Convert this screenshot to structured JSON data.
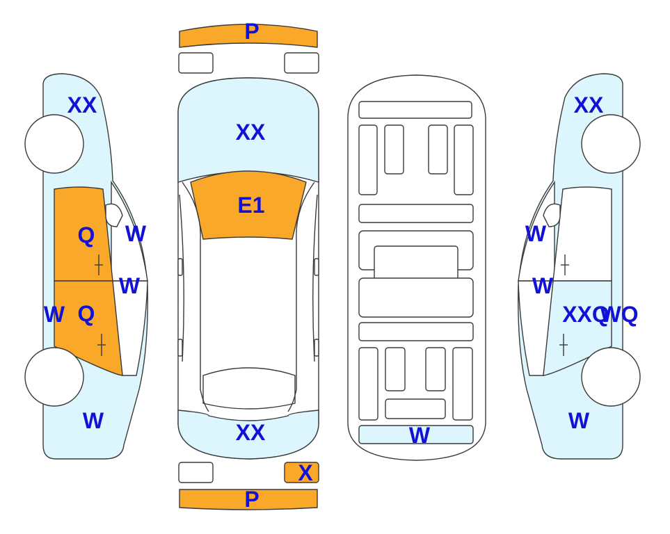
{
  "colors": {
    "damage_fill": "#f9a82a",
    "panel_fill": "#ddf6fd",
    "label_color": "#1212d6",
    "outline": "#3a3a3a"
  },
  "labels": {
    "front_bumper": "P",
    "rear_bumper": "P",
    "left_front_fender": "XX",
    "left_front_door": "Q",
    "left_rear_door": "Q",
    "left_front_window": "W",
    "left_rear_window": "W",
    "left_rocker": "W",
    "left_rear_quarter": "W",
    "hood": "XX",
    "windshield": "E1",
    "trunk": "XX",
    "rear_corner": "X",
    "underbody_rear": "W",
    "right_front_fender": "XX",
    "right_front_window": "W",
    "right_rear_window": "W",
    "right_doors": "XXQ",
    "right_door_extra": "WQ",
    "right_rear_quarter": "W"
  }
}
